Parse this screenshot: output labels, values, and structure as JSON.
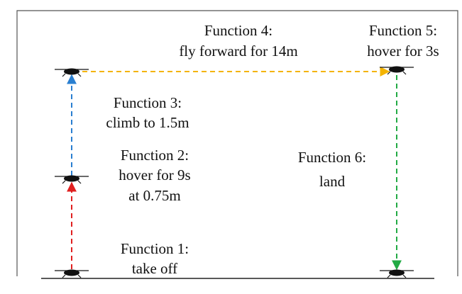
{
  "colors": {
    "frame": "#555555",
    "drone": "#111111",
    "take_off": "#e02020",
    "climb": "#2a7fd0",
    "forward": "#f4b400",
    "land": "#22aa44"
  },
  "functions": [
    {
      "id": "f1",
      "line1": "Function 1:",
      "line2": "take off"
    },
    {
      "id": "f2",
      "line1": "Function 2:",
      "line2": "hover for 9s",
      "line3": "at 0.75m"
    },
    {
      "id": "f3",
      "line1": "Function 3:",
      "line2": "climb to 1.5m"
    },
    {
      "id": "f4",
      "line1": "Function 4:",
      "line2": "fly forward for 14m"
    },
    {
      "id": "f5",
      "line1": "Function 5:",
      "line2": "hover for 3s"
    },
    {
      "id": "f6",
      "line1": "Function 6:",
      "line2": "land"
    }
  ]
}
